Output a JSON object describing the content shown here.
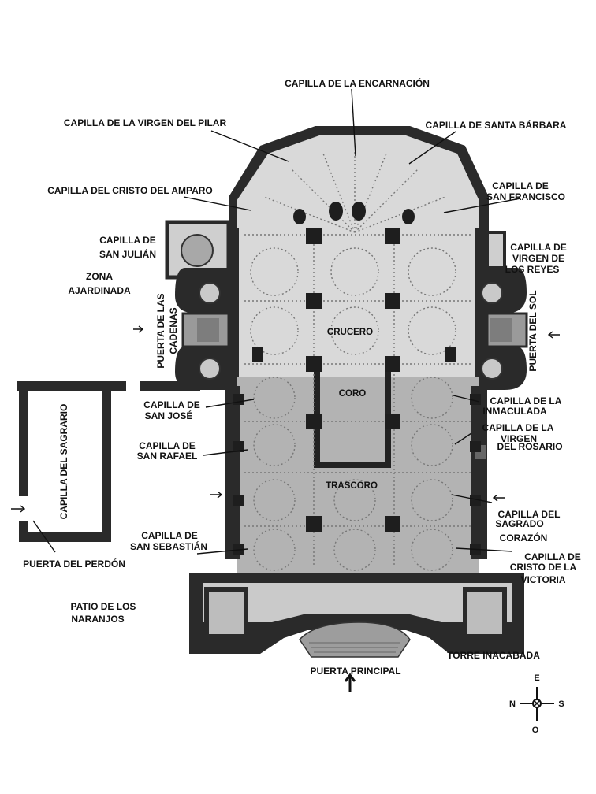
{
  "map": {
    "labels": {
      "encarnacion": "CAPILLA DE LA ENCARNACIÓN",
      "virgen_pilar": "CAPILLA DE LA VIRGEN DEL PILAR",
      "santa_barbara": "CAPILLA DE SANTA BÁRBARA",
      "cristo_amparo": "CAPILLA DEL CRISTO DEL AMPARO",
      "san_francisco_1": "CAPILLA DE",
      "san_francisco_2": "SAN FRANCISCO",
      "san_julian_1": "CAPILLA DE",
      "san_julian_2": "SAN JULIÁN",
      "virgen_reyes_1": "CAPILLA DE",
      "virgen_reyes_2": "VIRGEN DE",
      "virgen_reyes_3": "LOS REYES",
      "zona_1": "ZONA",
      "zona_2": "AJARDINADA",
      "puerta_cadenas_1": "PUERTA DE LAS",
      "puerta_cadenas_2": "CADENAS",
      "puerta_sol": "PUERTA DEL SOL",
      "crucero": "CRUCERO",
      "coro": "CORO",
      "trascoro": "TRASCORO",
      "san_jose_1": "CAPILLA DE",
      "san_jose_2": "SAN JOSÉ",
      "inmaculada_1": "CAPILLA DE LA",
      "inmaculada_2": "INMACULADA",
      "sagrario": "CAPILLA DEL SAGRARIO",
      "rosario_1": "CAPILLA DE LA",
      "rosario_2": "VIRGEN",
      "rosario_3": "DEL ROSARIO",
      "san_rafael_1": "CAPILLA DE",
      "san_rafael_2": "SAN RAFAEL",
      "sagrado_1": "CAPILLA DEL",
      "sagrado_2": "SAGRADO",
      "sagrado_3": "CORAZÓN",
      "san_sebastian_1": "CAPILLA DE",
      "san_sebastian_2": "SAN SEBASTIÁN",
      "cristo_victoria_1": "CAPILLA DE",
      "cristo_victoria_2": "CRISTO DE LA",
      "cristo_victoria_3": "VICTORIA",
      "puerta_perdon": "PUERTA DEL PERDÓN",
      "patio_1": "PATIO DE LOS",
      "patio_2": "NARANJOS",
      "torre": "TORRE INACABADA",
      "puerta_principal": "PUERTA PRINCIPAL"
    },
    "compass": {
      "n": "N",
      "s": "S",
      "e": "E",
      "o": "O"
    },
    "colors": {
      "wall": "#2a2a2a",
      "floor_head": "#d9d9d9",
      "floor_nave": "#b3b3b3"
    }
  }
}
